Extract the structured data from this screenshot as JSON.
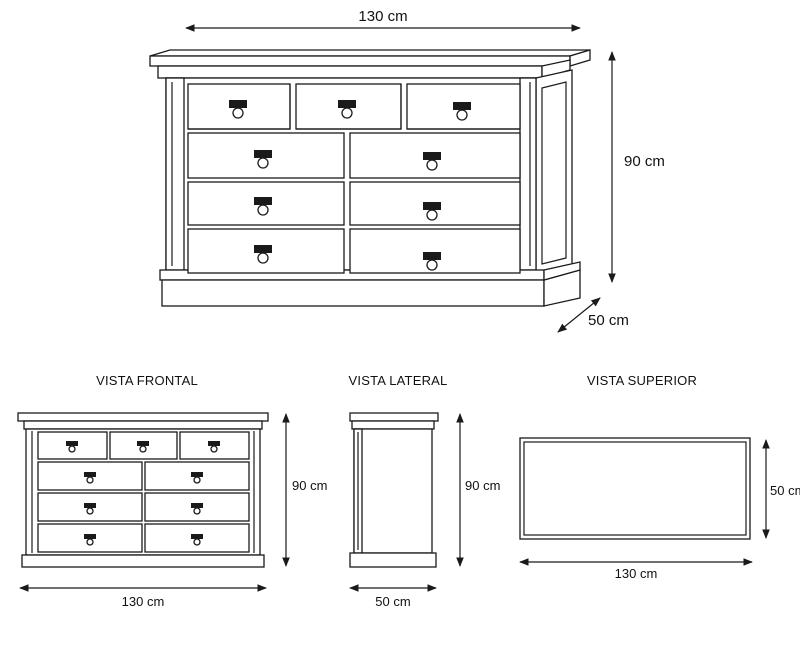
{
  "iso": {
    "width_label": "130 cm",
    "height_label": "90 cm",
    "depth_label": "50 cm"
  },
  "views": {
    "front": {
      "title": "VISTA FRONTAL",
      "width_label": "130 cm",
      "height_label": "90 cm"
    },
    "side": {
      "title": "VISTA LATERAL",
      "width_label": "50 cm",
      "height_label": "90 cm"
    },
    "top": {
      "title": "VISTA SUPERIOR",
      "width_label": "130 cm",
      "depth_label": "50 cm"
    }
  }
}
